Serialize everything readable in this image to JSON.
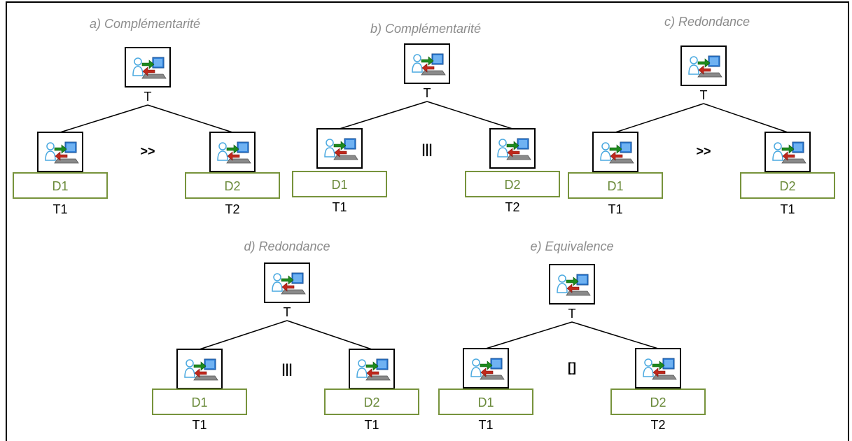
{
  "panels": [
    {
      "id": "a",
      "title": "a) Complémentarité",
      "root": "T",
      "operator": ">>",
      "left": {
        "device": "D1",
        "task": "T1"
      },
      "right": {
        "device": "D2",
        "task": "T2"
      }
    },
    {
      "id": "b",
      "title": "b) Complémentarité",
      "root": "T",
      "operator": "|||",
      "left": {
        "device": "D1",
        "task": "T1"
      },
      "right": {
        "device": "D2",
        "task": "T2"
      }
    },
    {
      "id": "c",
      "title": "c) Redondance",
      "root": "T",
      "operator": ">>",
      "left": {
        "device": "D1",
        "task": "T1"
      },
      "right": {
        "device": "D2",
        "task": "T1"
      }
    },
    {
      "id": "d",
      "title": "d) Redondance",
      "root": "T",
      "operator": "|||",
      "left": {
        "device": "D1",
        "task": "T1"
      },
      "right": {
        "device": "D2",
        "task": "T1"
      }
    },
    {
      "id": "e",
      "title": "e) Equivalence",
      "root": "T",
      "operator": "[]",
      "left": {
        "device": "D1",
        "task": "T1"
      },
      "right": {
        "device": "D2",
        "task": "T2"
      }
    }
  ],
  "colors": {
    "device_border": "#77933c",
    "device_text": "#6a8a3a",
    "title": "#8c8c8c",
    "arrow_green": "#1e8a1e",
    "arrow_red": "#c0281c",
    "screen_blue": "#2f7fd8",
    "person": "#4aa9e0"
  },
  "icon": "interaction-task-icon"
}
